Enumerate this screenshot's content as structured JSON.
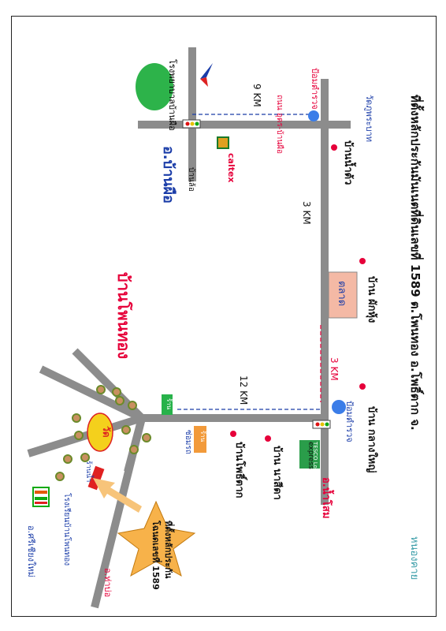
{
  "title": "ที่ตั้งหลักประกันมันเนตที่ดินเลขที่ 1589 ต.โพนทอง อ.โพธิ์ตาก จ.",
  "province": "หนองคาย",
  "labels": {
    "hospital": "โรงพยาบาลบ้านผือ",
    "district": "อ.บ้านผือ",
    "village_main": "บ้านโพนทอง",
    "wat_phra_bat": "วัดภูพระบาท",
    "police1": "ป้อมตำรวจ",
    "police2": "ป้อมตำรวจ",
    "ban_nam_tao": "บ้านน้ำต้ว",
    "ban_phak_hung": "บ้าน ผักหุ้ง",
    "ban_klang_yai": "บ้าน กลางใหญ่",
    "ban_na_sida": "บ้าน นาสีดา",
    "ban_pho_tak": "บ้านโพธิ์ตาก",
    "market": "ตลาด",
    "to_ban_lue": "บ้านล้อ",
    "highway": "ถนน อุดร-บ้านผือ",
    "tesco": "TESCO Lotus",
    "express": "express",
    "to_nam_som": "อ.น้ำโสม",
    "shop_kaset": "ร้าน",
    "shop_kaset2": "ยามัด",
    "shop_repair": "ร้าน",
    "shop_repair2": "ซ่อมรถ",
    "wat": "วัด",
    "nam_tao_shop": "ร้านน้ำ",
    "school": "โรงเรียนบ้านโพนทอง",
    "to_si_chiang_mai": "อ.ศรีเชียงใหม่",
    "to_tha_bo": "อ.ท่าบ่อ",
    "caltex": "caltex",
    "star_text_1": "ที่ตั้งหลักประกัน",
    "star_text_2": "โฉนดเลขที่ 1589"
  },
  "distances": {
    "d9": "9 KM",
    "d3a": "3 KM",
    "d3b": "3 KM",
    "d12": "12 KM"
  },
  "colors": {
    "road": "#8c8c8c",
    "red_text": "#e6003a",
    "blue_text": "#1a3ca8",
    "green_bubble": "#2db34a",
    "market_fill": "#f4b9a5",
    "orange_star": "#f7b24a"
  }
}
